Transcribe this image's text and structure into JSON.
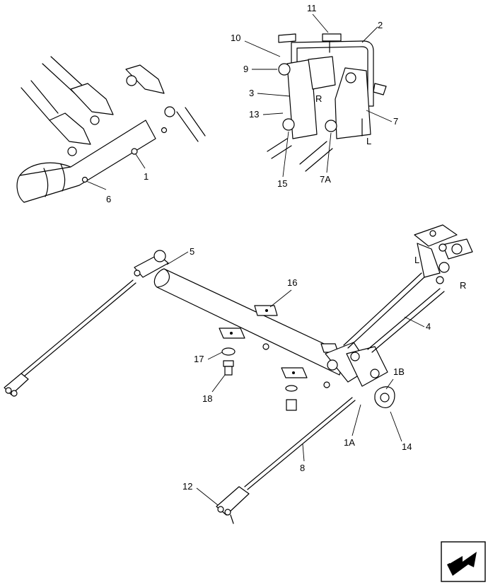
{
  "labels": {
    "top_left_1": "1",
    "top_left_6": "6",
    "inset_11": "11",
    "inset_2": "2",
    "inset_10": "10",
    "inset_9": "9",
    "inset_3": "3",
    "inset_R": "R",
    "inset_13": "13",
    "inset_7": "7",
    "inset_L": "L",
    "inset_15": "15",
    "inset_7A": "7A",
    "main_5": "5",
    "main_L": "L",
    "main_R": "R",
    "main_16": "16",
    "main_4": "4",
    "main_17": "17",
    "main_18": "18",
    "main_1B": "1B",
    "main_1A": "1A",
    "main_14": "14",
    "main_8": "8",
    "main_12": "12"
  },
  "icons": {
    "nav": "next-page-arrow-icon"
  }
}
